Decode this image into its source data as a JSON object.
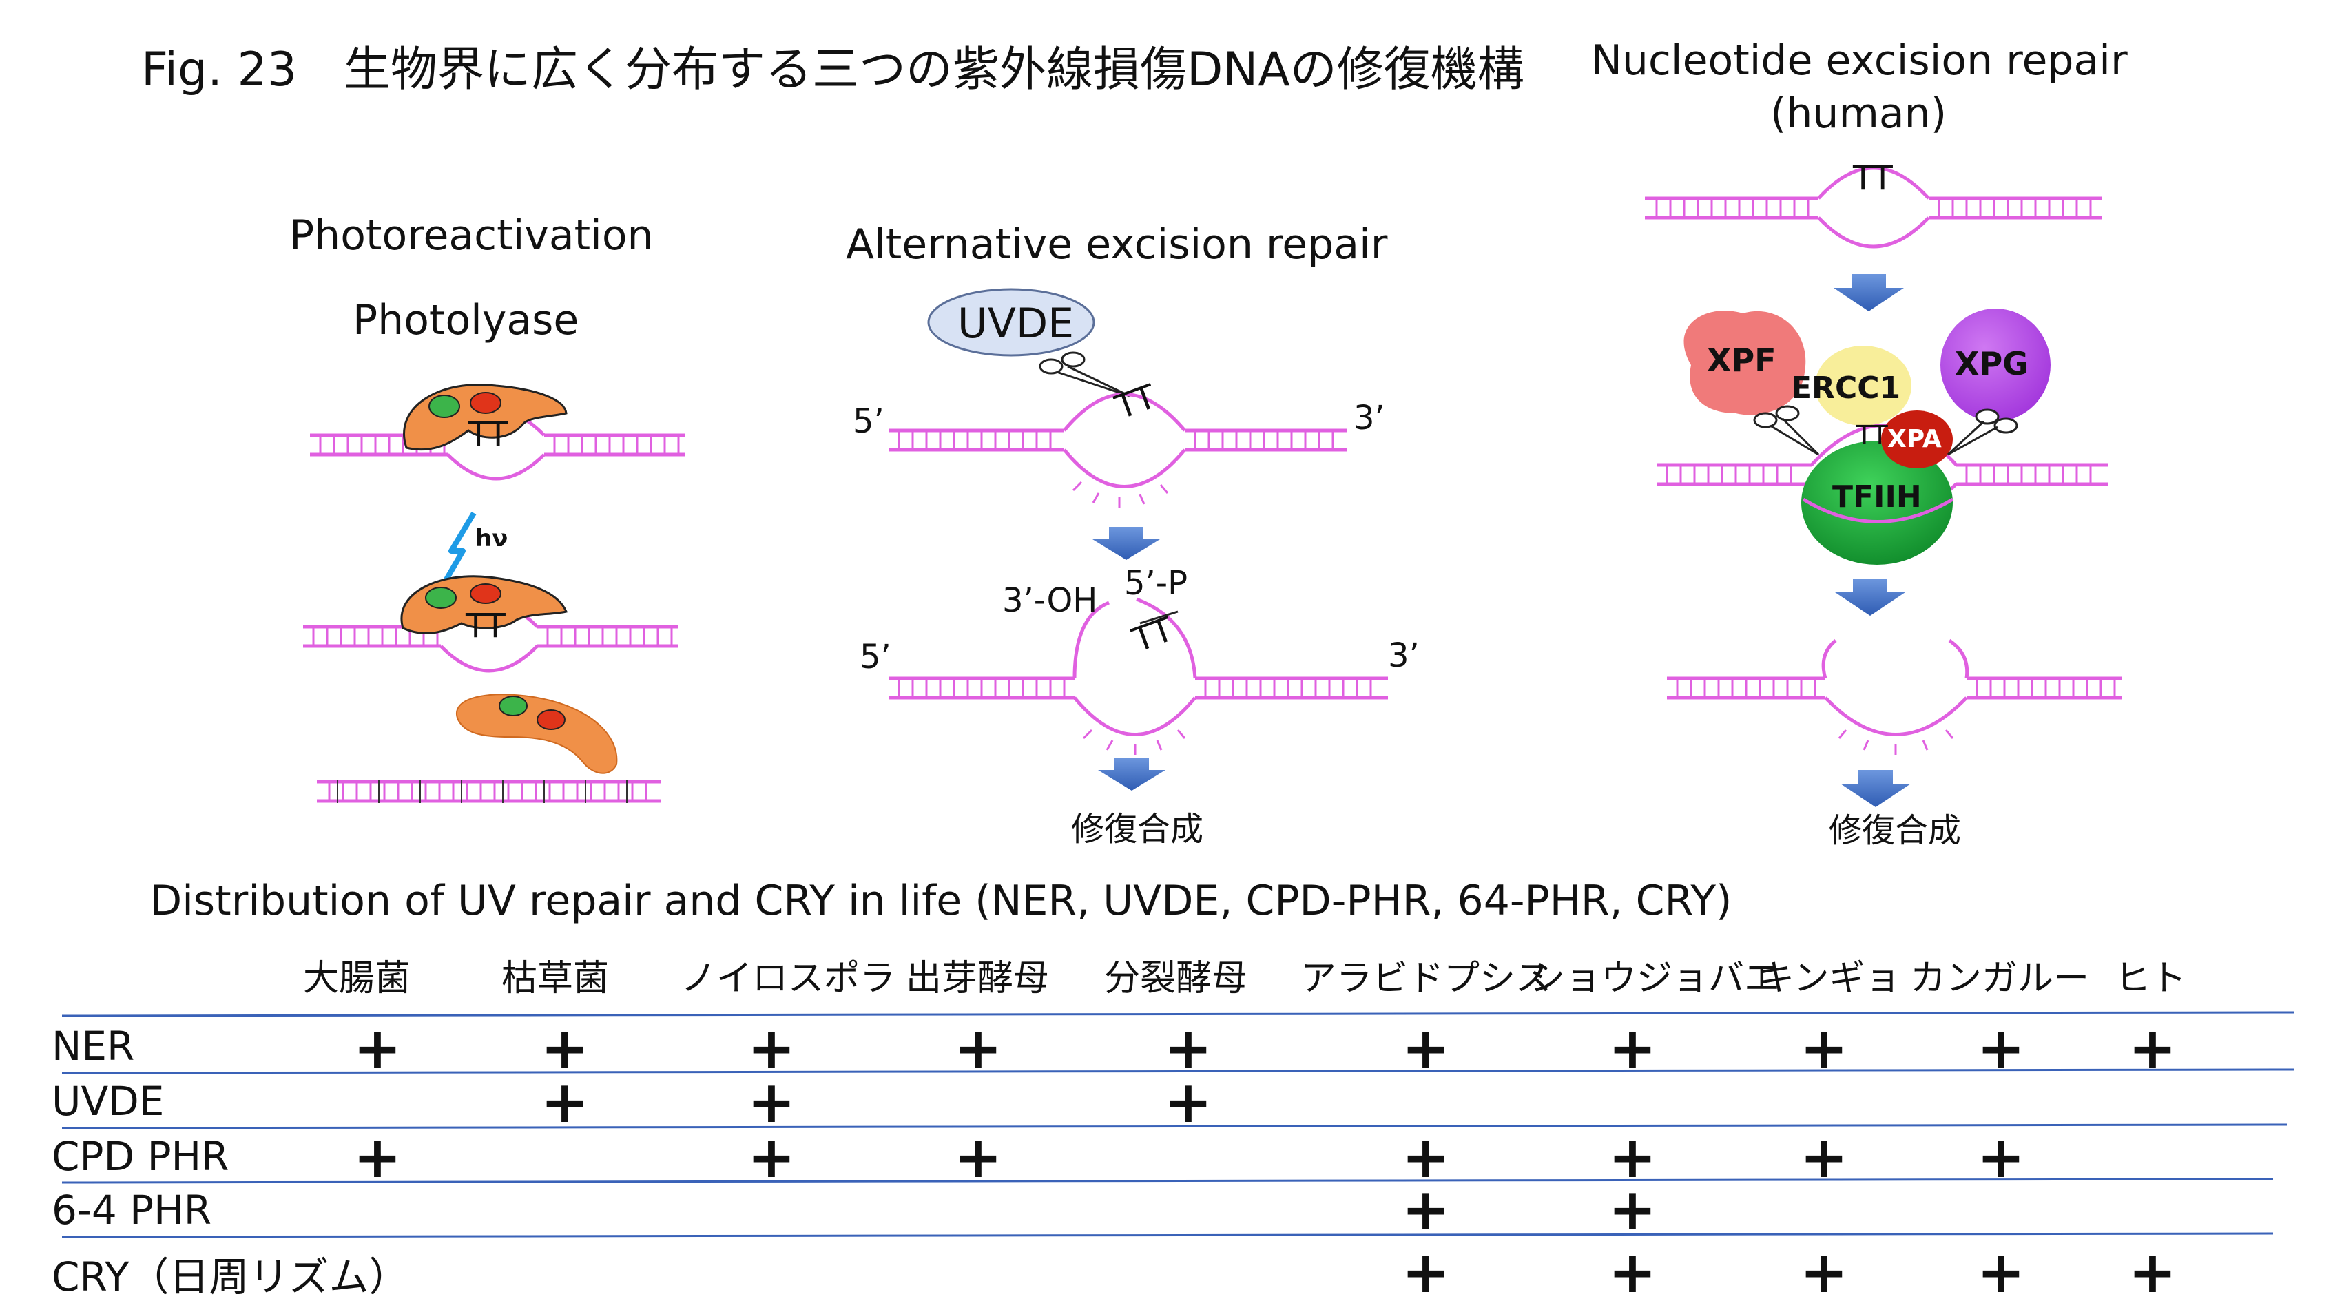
{
  "figure": {
    "title": "Fig. 23　生物界に広く分布する三つの紫外線損傷DNAの修復機構"
  },
  "photoreactivation": {
    "title": "Photoreactivation",
    "enzyme": "Photolyase",
    "dimer": "TT",
    "light": "hν"
  },
  "alternative": {
    "title": "Alternative excision repair",
    "enzyme": "UVDE",
    "end5a": "5’",
    "end3a": "3’",
    "oh": "3’-OH",
    "p": "5’-P",
    "end5b": "5’",
    "end3b": "3’",
    "dimer": "TT",
    "synthesis": "修復合成"
  },
  "ner": {
    "title_line1": "Nucleotide excision repair",
    "title_line2": "(human)",
    "dimer": "TT",
    "proteins": [
      "XPF",
      "ERCC1",
      "XPG",
      "XPA",
      "TFIIH"
    ],
    "synthesis": "修復合成"
  },
  "distribution": {
    "title": "Distribution of UV repair and CRY in life (NER, UVDE, CPD-PHR, 64-PHR, CRY)",
    "organisms": [
      "大腸菌",
      "枯草菌",
      "ノイロスポラ",
      "出芽酵母",
      "分裂酵母",
      "アラビドプシス",
      "ショウジョバエ",
      "キンギョ",
      "カンガルー",
      "ヒト"
    ],
    "rows": [
      {
        "label": "NER",
        "marks": [
          "+",
          "+",
          "+",
          "+",
          "+",
          "+",
          "+",
          "+",
          "+",
          "+"
        ]
      },
      {
        "label": "UVDE",
        "marks": [
          "",
          "+",
          "+",
          "",
          "+",
          "",
          "",
          "",
          "",
          ""
        ]
      },
      {
        "label": "CPD PHR",
        "marks": [
          "+",
          "",
          "+",
          "+",
          "",
          "+",
          "+",
          "+",
          "+",
          ""
        ]
      },
      {
        "label": "6-4 PHR",
        "marks": [
          "",
          "",
          "",
          "",
          "",
          "+",
          "+",
          "",
          "",
          ""
        ]
      },
      {
        "label": "CRY（日周リズム）",
        "marks": [
          "",
          "",
          "",
          "",
          "",
          "+",
          "+",
          "+",
          "+",
          "+"
        ]
      }
    ]
  },
  "colors": {
    "dna": "#e060e0",
    "arrow": "#4a78c8",
    "photolyase": "#f09048",
    "tableLine": "#3a62b8",
    "uvde": "#d8e2f4",
    "xpf": "#f07a7a",
    "ercc1": "#f8ee9a",
    "xpg": "#b84fe6",
    "xpa": "#c81d10",
    "tfiih": "#1ba83a"
  }
}
